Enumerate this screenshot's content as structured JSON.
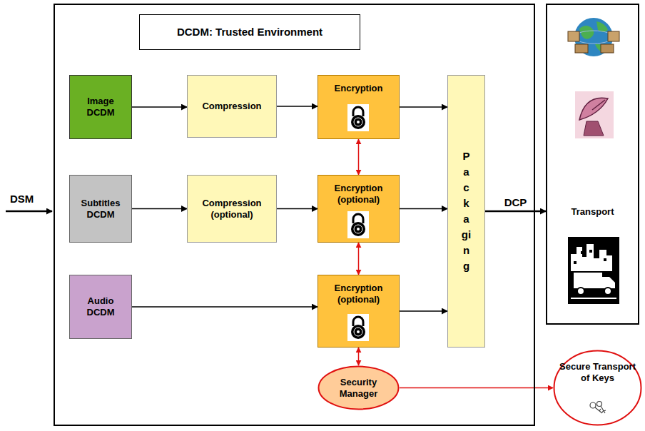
{
  "diagram": {
    "nodes": [
      {
        "text": [
          "DCDM: Trusted Environment"
        ]
      },
      {
        "text": [
          "Image DCDM"
        ],
        "in": 0
      },
      {
        "text": [
          "Compression"
        ],
        "in": 0
      },
      {
        "text": [
          "Encryption"
        ],
        "in": 0
      },
      {
        "text": [
          "Subtitles DCDM"
        ],
        "in": 0
      },
      {
        "text": [
          "Compression (optional)"
        ],
        "in": 0
      },
      {
        "text": [
          "Encryption (optional)"
        ],
        "in": 0
      },
      {
        "text": [
          "Audio DCDM"
        ],
        "in": 0
      },
      {
        "text": [
          "Encryption (optional)"
        ],
        "in": 0
      },
      {
        "text": [
          "Security Manager"
        ],
        "in": 0
      },
      {
        "text": [
          "Packaging"
        ],
        "in": 0
      },
      {
        "text": [
          "Transport"
        ]
      },
      {
        "text": [
          "Secure Transport of Keys"
        ]
      }
    ],
    "edges": [
      {
        "from": 1,
        "to": 2,
        "arrow": "to"
      },
      {
        "from": 2,
        "to": 3,
        "arrow": "to"
      },
      {
        "from": 3,
        "to": 10,
        "arrow": "to"
      },
      {
        "from": 4,
        "to": 5,
        "arrow": "to"
      },
      {
        "from": 5,
        "to": 6,
        "arrow": "to"
      },
      {
        "from": 6,
        "to": 10,
        "arrow": "to"
      },
      {
        "from": 7,
        "to": 8,
        "arrow": "to"
      },
      {
        "from": 8,
        "to": 10,
        "arrow": "to"
      },
      {
        "from": 3,
        "to": 6,
        "arrow": "both"
      },
      {
        "from": 6,
        "to": 8,
        "arrow": "both"
      },
      {
        "from": 8,
        "to": 9,
        "arrow": "both"
      },
      {
        "from": 9,
        "to": 12,
        "arrow": "to"
      },
      {
        "from": 10,
        "to": 11,
        "label": "DCP",
        "arrow": "to"
      }
    ],
    "labels": [
      "DSM"
    ]
  }
}
